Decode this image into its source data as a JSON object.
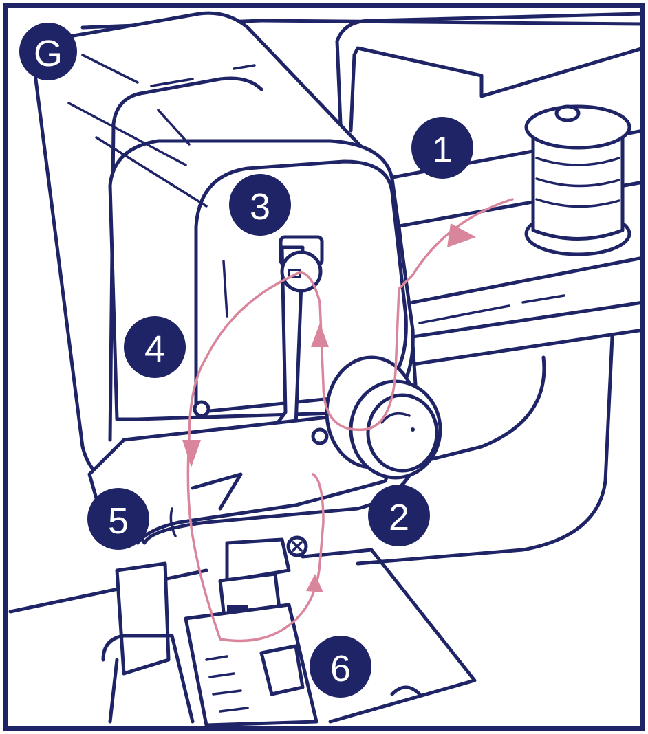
{
  "figure_label": "G",
  "steps": [
    {
      "number": "1",
      "part": "spool"
    },
    {
      "number": "2",
      "part": "tension-dial"
    },
    {
      "number": "3",
      "part": "take-up-lever"
    },
    {
      "number": "4",
      "part": "thread-guide"
    },
    {
      "number": "5",
      "part": "needle-bar-guide"
    },
    {
      "number": "6",
      "part": "needle-eye"
    }
  ],
  "colors": {
    "line": "#1f2466",
    "badge_fill": "#1f2466",
    "badge_text": "#ffffff",
    "thread": "#d9869c",
    "background": "#ffffff"
  }
}
